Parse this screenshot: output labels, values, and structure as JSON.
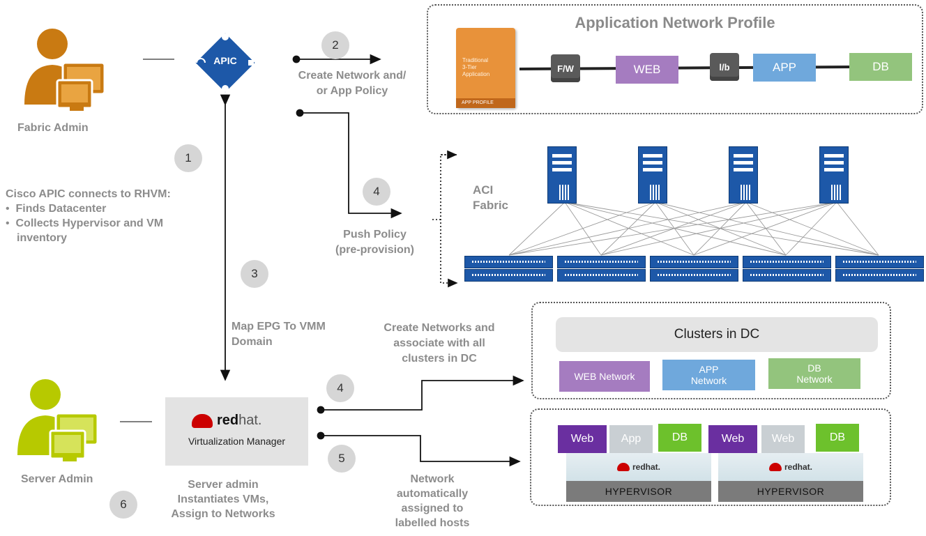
{
  "actors": {
    "fabric_admin": "Fabric Admin",
    "server_admin": "Server Admin"
  },
  "apic": {
    "label": "APIC"
  },
  "steps": {
    "s1": "1",
    "s2": "2",
    "s3": "3",
    "s4a": "4",
    "s4b": "4",
    "s5": "5",
    "s6": "6"
  },
  "labels": {
    "create_policy_1": "Create Network and/",
    "create_policy_2": "or App Policy",
    "connect_title": "Cisco APIC connects to RHVM:",
    "connect_bullet1": "Finds Datacenter",
    "connect_bullet2_1": "Collects Hypervisor and VM",
    "connect_bullet2_2": "inventory",
    "push_1": "Push Policy",
    "push_2": "(pre-provision)",
    "map_1": "Map EPG To VMM",
    "map_2": "Domain",
    "create_nets_1": "Create Networks and",
    "create_nets_2": "associate with all",
    "create_nets_3": "clusters in DC",
    "server_admin_1": "Server admin",
    "server_admin_2": "Instantiates VMs,",
    "server_admin_3": "Assign to Networks",
    "network_auto_1": "Network",
    "network_auto_2": "automatically",
    "network_auto_3": "assigned to",
    "network_auto_4": "labelled hosts"
  },
  "app_profile": {
    "title": "Application Network Profile",
    "card_line1": "Traditional",
    "card_line2": "3-Tier",
    "card_line3": "Application",
    "card_footer": "APP PROFILE",
    "fw": "F/W",
    "web": "WEB",
    "lb": "l/b",
    "app": "APP",
    "db": "DB"
  },
  "fabric": {
    "label_1": "ACI",
    "label_2": "Fabric"
  },
  "rhvm": {
    "brand_red": "red",
    "brand_hat": "hat.",
    "product": "Virtualization Manager"
  },
  "clusters": {
    "title": "Clusters in DC",
    "web_net": "WEB Network",
    "app_net_1": "APP",
    "app_net_2": "Network",
    "db_net_1": "DB",
    "db_net_2": "Network"
  },
  "hosts": {
    "h1": {
      "vm1": "Web",
      "vm2": "App",
      "vm3": "DB",
      "brand": "redhat.",
      "hypervisor": "HYPERVISOR"
    },
    "h2": {
      "vm1": "Web",
      "vm2": "Web",
      "vm3": "DB",
      "brand": "redhat.",
      "hypervisor": "HYPERVISOR"
    }
  },
  "colors": {
    "orange": "#c97a12",
    "yellow_green": "#b7c900",
    "apic_blue": "#1d58a8",
    "web_purple": "#a57cc0",
    "app_blue": "#6fa8dc",
    "db_green": "#93c47d",
    "vm_purple": "#6a2fa0",
    "vm_green": "#6dc12c",
    "vm_gray": "#c9cfd3"
  }
}
